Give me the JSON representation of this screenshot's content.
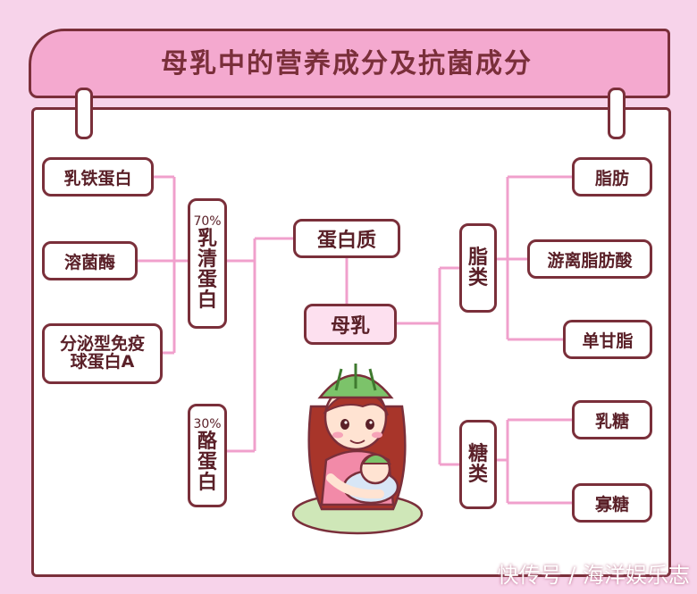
{
  "title": "母乳中的营养成分及抗菌成分",
  "center": {
    "main": "母乳",
    "protein": "蛋白质"
  },
  "whey": {
    "percent": "70%",
    "label_chars": [
      "乳",
      "清",
      "蛋",
      "白"
    ]
  },
  "casein": {
    "percent": "30%",
    "label_chars": [
      "酪",
      "蛋",
      "白"
    ]
  },
  "whey_items": [
    "乳铁蛋白",
    "溶菌酶",
    "分泌型免疫",
    "球蛋白A"
  ],
  "fat": {
    "label_chars": [
      "脂",
      "类"
    ],
    "items": [
      "脂肪",
      "游离脂肪酸",
      "单甘脂"
    ]
  },
  "sugar": {
    "label_chars": [
      "糖",
      "类"
    ],
    "items": [
      "乳糖",
      "寡糖"
    ]
  },
  "watermark": "快传号 / 海洋娱乐志",
  "colors": {
    "background": "#f7d3ea",
    "banner": "#f4a9cf",
    "outline": "#7a2f3a",
    "lines": "#f0a0cc"
  }
}
